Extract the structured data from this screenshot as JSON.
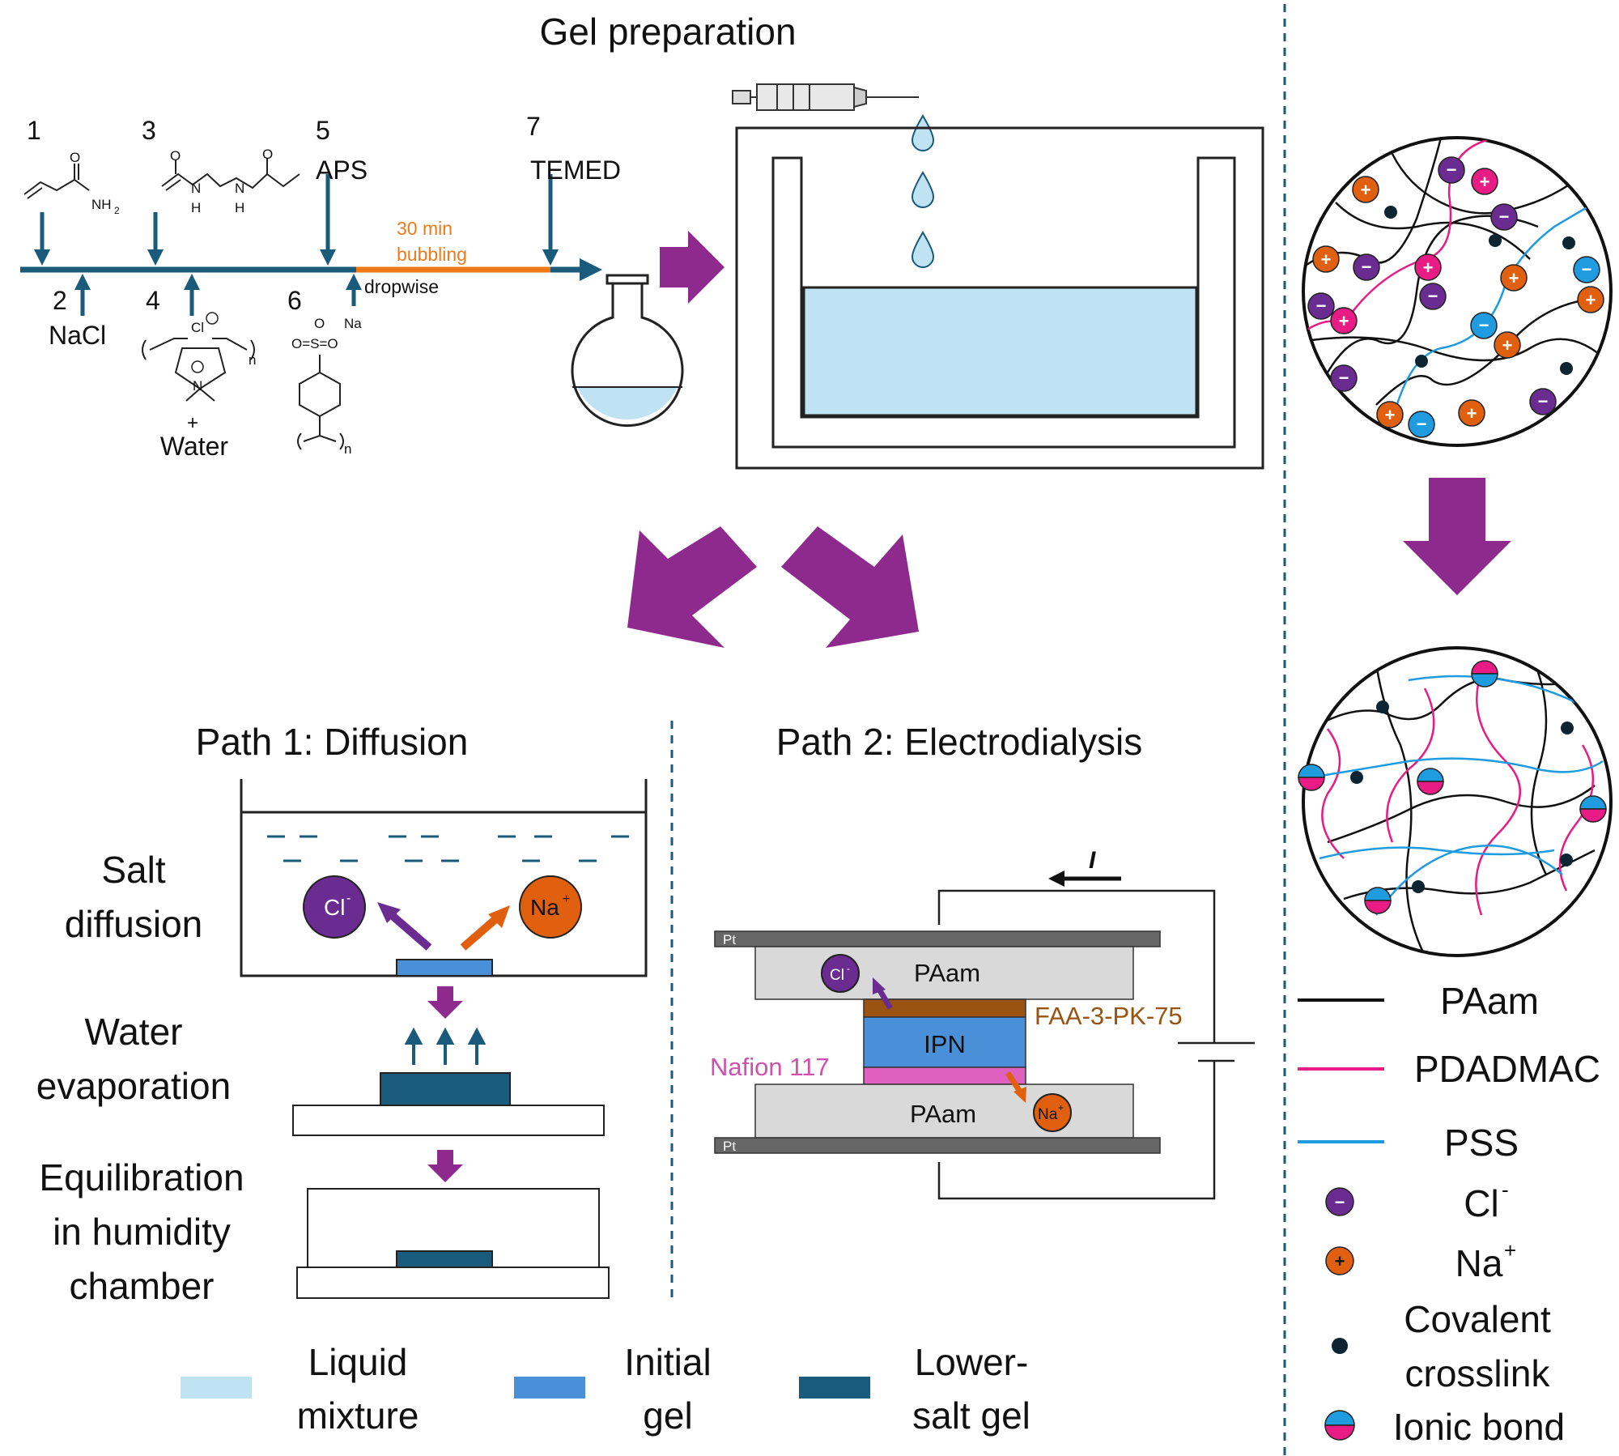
{
  "title": "Gel preparation",
  "steps": {
    "n1": "1",
    "n2": "2",
    "n3": "3",
    "n4": "4",
    "n5": "5",
    "n6": "6",
    "n7": "7",
    "nacl": "NaCl",
    "aps": "APS",
    "temed": "TEMED",
    "water_plus": "+",
    "water": "Water",
    "bubbling_line1": "30 min",
    "bubbling_line2": "bubbling",
    "dropwise": "dropwise"
  },
  "chem": {
    "o": "O",
    "nh2": "NH",
    "nh2_sub": "2",
    "h": "H",
    "n": "N",
    "cl": "Cl",
    "na": "Na",
    "sub_n": "n",
    "so3": "O=S=O"
  },
  "path1": {
    "title": "Path 1: Diffusion",
    "salt_diffusion_1": "Salt",
    "salt_diffusion_2": "diffusion",
    "water_evap_1": "Water",
    "water_evap_2": "evaporation",
    "equil_1": "Equilibration",
    "equil_2": "in humidity",
    "equil_3": "chamber",
    "cl_label": "Cl",
    "na_label": "Na"
  },
  "path2": {
    "title": "Path 2: Electrodialysis",
    "current": "I",
    "pt_top": "Pt",
    "pt_bottom": "Pt",
    "paam_top": "PAam",
    "paam_bottom": "PAam",
    "ipn": "IPN",
    "faa": "FAA-3-PK-75",
    "nafion": "Nafion 117",
    "cl_label": "Cl",
    "na_label": "Na"
  },
  "bottom_legend": [
    {
      "line1": "Liquid",
      "line2": "mixture",
      "color": "#bfe3f2"
    },
    {
      "line1": "Initial",
      "line2": "gel",
      "color": "#4a90d9"
    },
    {
      "line1": "Lower-",
      "line2": "salt gel",
      "color": "#1a5a7a"
    }
  ],
  "right_legend": {
    "paam": "PAam",
    "pdadmac": "PDADMAC",
    "pss": "PSS",
    "cl": "Cl",
    "na": "Na",
    "covalent_1": "Covalent",
    "covalent_2": "crosslink",
    "ionic": "Ionic bond"
  },
  "colors": {
    "teal": "#1a5a7a",
    "orange": "#f07a1a",
    "purple_arrow": "#8e2a8e",
    "cl_ion": "#6a2c91",
    "na_ion": "#e0600f",
    "paam": "#111111",
    "pdadmac": "#e81c84",
    "pss": "#1f9be0",
    "liquid": "#bfe3f2",
    "initial_gel": "#4a90d9",
    "lower_salt_gel": "#1a5a7a",
    "faa": "#9a5310",
    "nafion": "#e060c0"
  }
}
